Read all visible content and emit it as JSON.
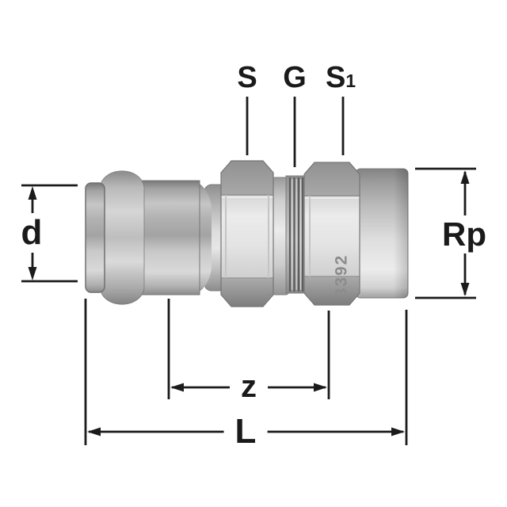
{
  "labels": {
    "s": "S",
    "g": "G",
    "s1_base": "S",
    "s1_sub": "1",
    "d": "d",
    "rp": "Rp",
    "z": "z",
    "l": "L"
  },
  "part_marking": "3392",
  "colors": {
    "background": "#ffffff",
    "dimension_line": "#1b1b1b",
    "label_text": "#1a1a1a",
    "marking_text": "#8c8c8c",
    "metal_light": "#ececec",
    "metal_mid": "#c0c0c0",
    "metal_dark": "#7f7f7f"
  }
}
